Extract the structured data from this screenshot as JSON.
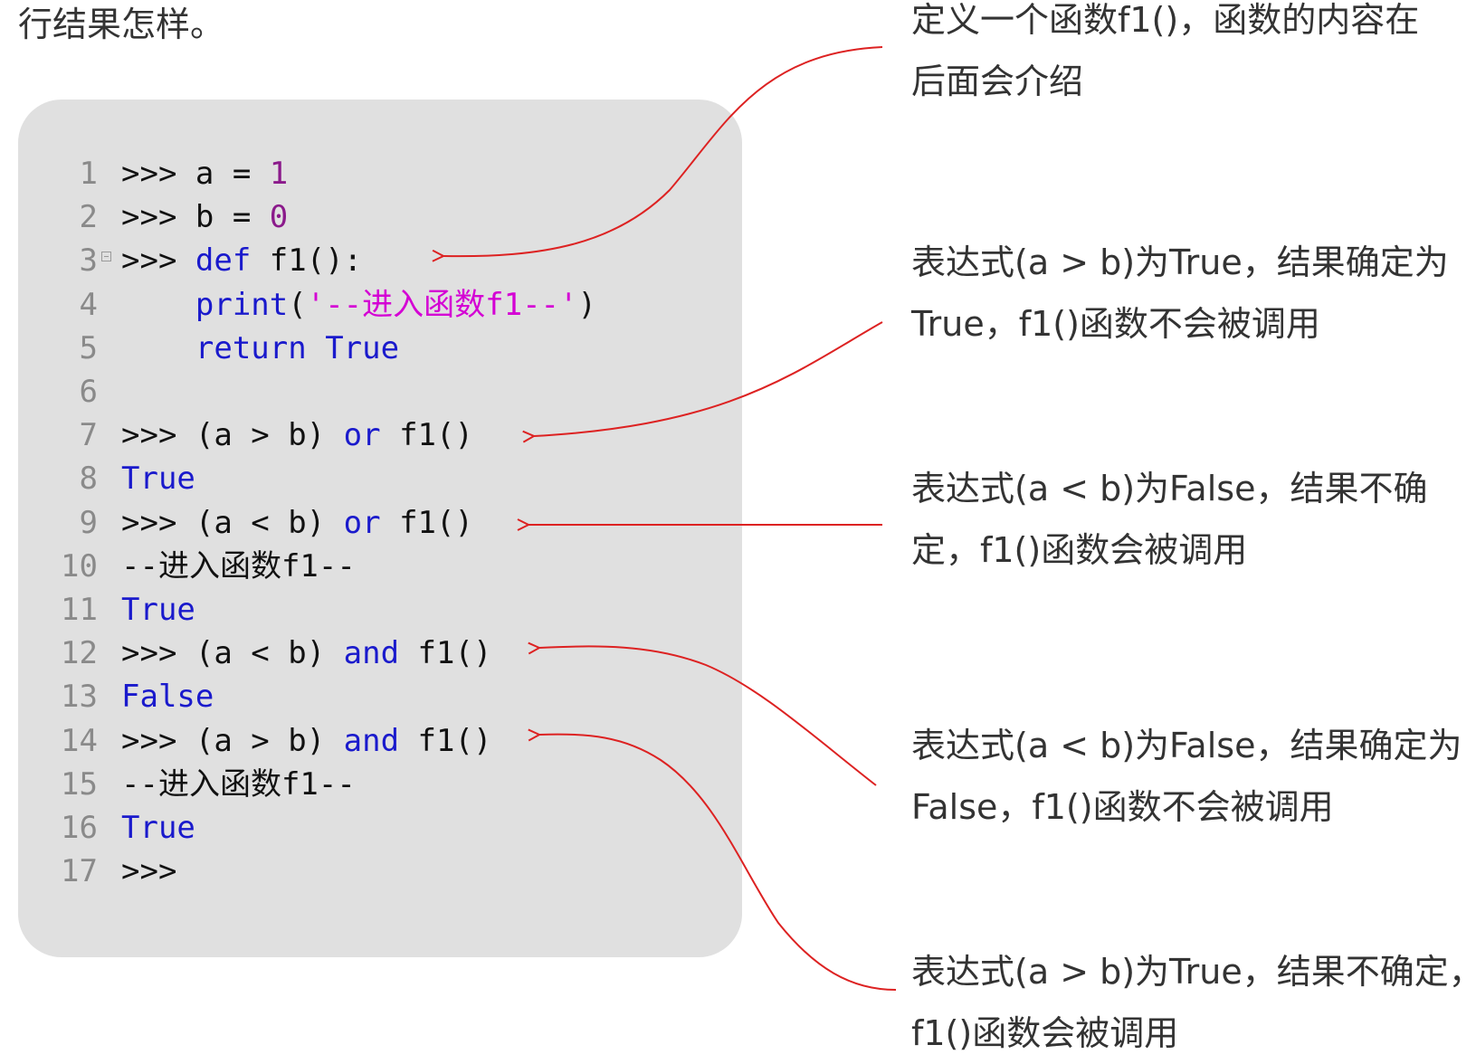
{
  "intro_text": "行结果怎样。",
  "code": {
    "lines": [
      {
        "n": "1",
        "tokens": [
          {
            "t": ">>> a = ",
            "c": ""
          },
          {
            "t": "1",
            "c": "num"
          }
        ]
      },
      {
        "n": "2",
        "tokens": [
          {
            "t": ">>> b = ",
            "c": ""
          },
          {
            "t": "0",
            "c": "num"
          }
        ]
      },
      {
        "n": "3",
        "fold": true,
        "tokens": [
          {
            "t": ">>> ",
            "c": ""
          },
          {
            "t": "def",
            "c": "kw"
          },
          {
            "t": " f1():",
            "c": ""
          }
        ]
      },
      {
        "n": "4",
        "tokens": [
          {
            "t": "    ",
            "c": ""
          },
          {
            "t": "print",
            "c": "kw"
          },
          {
            "t": "(",
            "c": ""
          },
          {
            "t": "'--进入函数f1--'",
            "c": "str"
          },
          {
            "t": ")",
            "c": ""
          }
        ]
      },
      {
        "n": "5",
        "tokens": [
          {
            "t": "    ",
            "c": ""
          },
          {
            "t": "return",
            "c": "kw"
          },
          {
            "t": " ",
            "c": ""
          },
          {
            "t": "True",
            "c": "kw"
          }
        ]
      },
      {
        "n": "6",
        "tokens": []
      },
      {
        "n": "7",
        "tokens": [
          {
            "t": ">>> (a > b) ",
            "c": ""
          },
          {
            "t": "or",
            "c": "kw"
          },
          {
            "t": " f1()",
            "c": ""
          }
        ]
      },
      {
        "n": "8",
        "tokens": [
          {
            "t": "True",
            "c": "kw"
          }
        ]
      },
      {
        "n": "9",
        "tokens": [
          {
            "t": ">>> (a < b) ",
            "c": ""
          },
          {
            "t": "or",
            "c": "kw"
          },
          {
            "t": " f1()",
            "c": ""
          }
        ]
      },
      {
        "n": "10",
        "tokens": [
          {
            "t": "--进入函数f1--",
            "c": ""
          }
        ]
      },
      {
        "n": "11",
        "tokens": [
          {
            "t": "True",
            "c": "kw"
          }
        ]
      },
      {
        "n": "12",
        "tokens": [
          {
            "t": ">>> (a < b) ",
            "c": ""
          },
          {
            "t": "and",
            "c": "kw"
          },
          {
            "t": " f1()",
            "c": ""
          }
        ]
      },
      {
        "n": "13",
        "tokens": [
          {
            "t": "False",
            "c": "kw"
          }
        ]
      },
      {
        "n": "14",
        "tokens": [
          {
            "t": ">>> (a > b) ",
            "c": ""
          },
          {
            "t": "and",
            "c": "kw"
          },
          {
            "t": " f1()",
            "c": ""
          }
        ]
      },
      {
        "n": "15",
        "tokens": [
          {
            "t": "--进入函数f1--",
            "c": ""
          }
        ]
      },
      {
        "n": "16",
        "tokens": [
          {
            "t": "True",
            "c": "kw"
          }
        ]
      },
      {
        "n": "17",
        "tokens": [
          {
            "t": ">>>",
            "c": ""
          }
        ]
      }
    ]
  },
  "annotations": [
    {
      "lines": [
        "定义一个函数f1()，函数的内容在",
        "后面会介绍"
      ]
    },
    {
      "lines": [
        "表达式(a > b)为True，结果确定为",
        "True，f1()函数不会被调用"
      ]
    },
    {
      "lines": [
        "表达式(a < b)为False，结果不确",
        "定，f1()函数会被调用"
      ]
    },
    {
      "lines": [
        "表达式(a < b)为False，结果确定为",
        "False，f1()函数不会被调用"
      ]
    },
    {
      "lines": [
        "表达式(a > b)为True，结果不确定，",
        "f1()函数会被调用"
      ]
    }
  ],
  "colors": {
    "arrow": "#dd2222",
    "panel": "#e0e0e0",
    "keyword": "#1a1acc",
    "number": "#8b1a8b",
    "string": "#d400d4"
  }
}
